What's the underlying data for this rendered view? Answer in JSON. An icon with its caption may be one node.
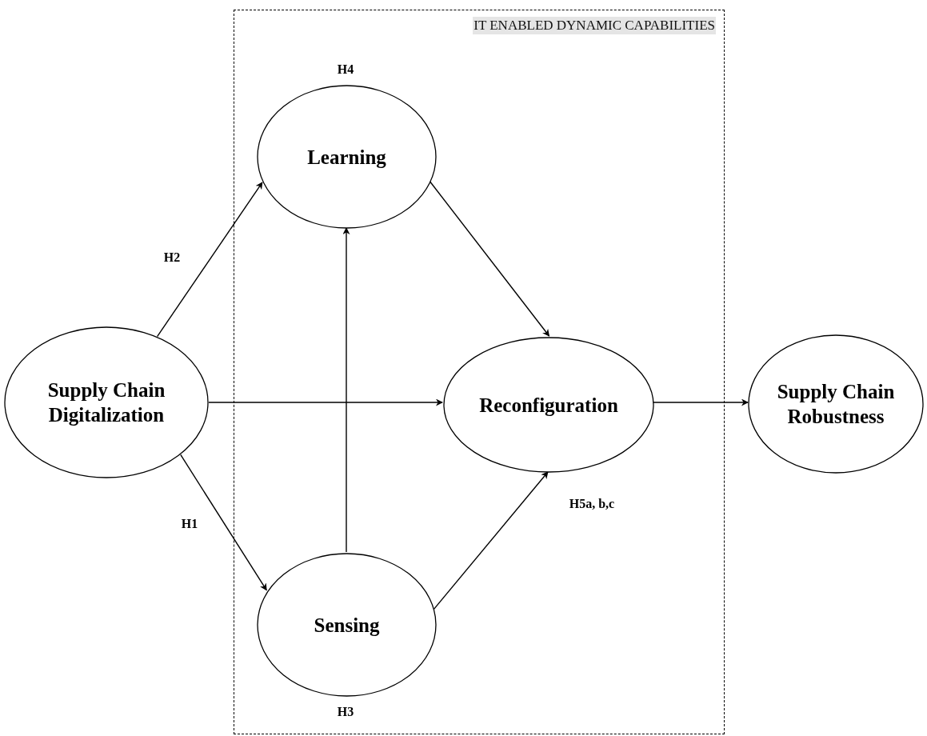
{
  "diagram": {
    "nodes": [
      {
        "text": [
          "IT ENABLED DYNAMIC CAPABILITIES"
        ]
      },
      {
        "text": [
          "Supply Chain Digitalization"
        ]
      },
      {
        "text": [
          "Learning"
        ],
        "in": 0,
        "beside": [
          "H4"
        ]
      },
      {
        "text": [
          "Sensing"
        ],
        "in": 0,
        "beside": [
          "H3"
        ]
      },
      {
        "text": [
          "Reconfiguration"
        ],
        "in": 0,
        "beside": [
          "H5a, b,c"
        ]
      },
      {
        "text": [
          "Supply Chain Robustness"
        ]
      }
    ],
    "edges": [
      {
        "from": 1,
        "to": 2,
        "arrow": "to",
        "label": "H2"
      },
      {
        "from": 1,
        "to": 3,
        "arrow": "to",
        "label": "H1"
      },
      {
        "from": 1,
        "to": 4,
        "arrow": "to"
      },
      {
        "from": 3,
        "to": 2,
        "arrow": "to"
      },
      {
        "from": 2,
        "to": 4,
        "arrow": "to"
      },
      {
        "from": 3,
        "to": 4,
        "arrow": "to"
      },
      {
        "from": 4,
        "to": 5,
        "arrow": "to"
      }
    ]
  }
}
